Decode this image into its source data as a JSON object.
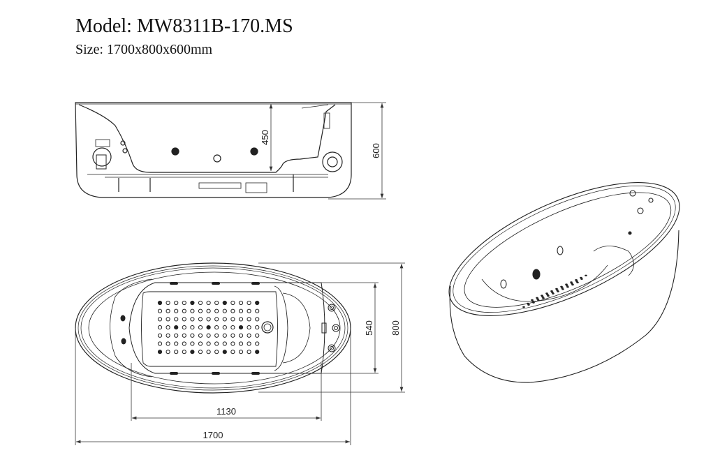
{
  "header": {
    "model": "Model: MW8311B-170.MS",
    "size": "Size: 1700x800x600mm"
  },
  "side_view": {
    "dimensions": {
      "inner_depth": "450",
      "total_height": "600"
    }
  },
  "top_view": {
    "dimensions": {
      "inner_width": "540",
      "total_width": "800",
      "inner_length": "1130",
      "total_length": "1700"
    },
    "dot_grid": {
      "rows": 7,
      "columns": 13
    }
  },
  "colors": {
    "line": "#222222",
    "background": "#ffffff"
  }
}
